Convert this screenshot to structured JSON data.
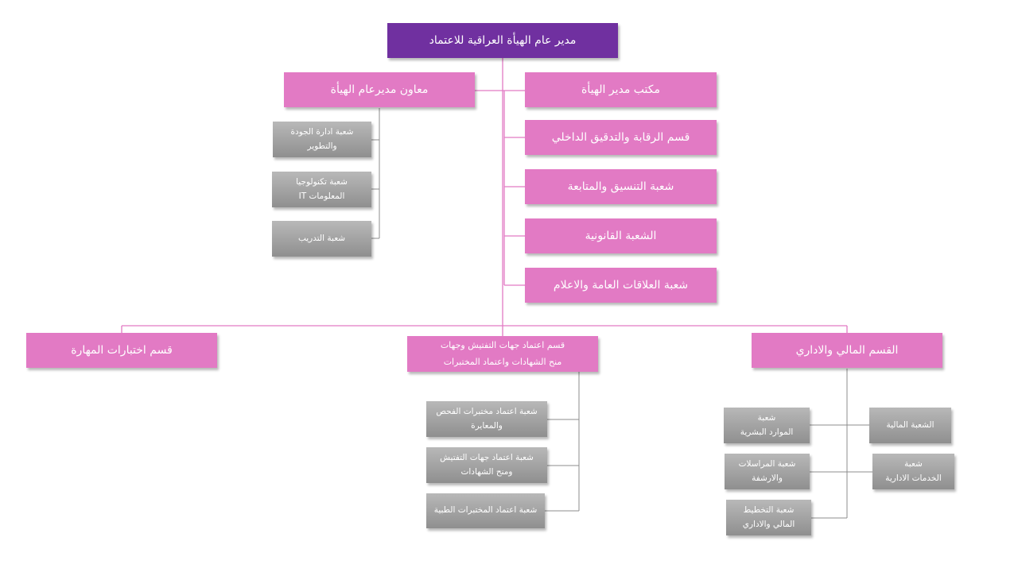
{
  "colors": {
    "director": "#7030a0",
    "department": "#e27ac4",
    "section": "#9e9e9e",
    "connector": "#e27ac4",
    "connector_gray": "#8c8c8c"
  },
  "director": {
    "label": "مدير عام الهيأة العراقية للاعتماد"
  },
  "deputy": {
    "label": "معاون مديرعام الهيأة",
    "sections": [
      {
        "label": "شعبة ادارة الجودة\nوالتطوير"
      },
      {
        "label": "شعبة تكنولوجيا\nالمعلومات IT"
      },
      {
        "label": "شعبة التدريب"
      }
    ]
  },
  "direct_units": [
    {
      "label": "مكتب مدير الهيأة"
    },
    {
      "label": "قسم الرقابة والتدقيق الداخلي"
    },
    {
      "label": "شعبة التنسيق والمتابعة"
    },
    {
      "label": "الشعبة القانونية"
    },
    {
      "label": "شعبة العلاقات العامة والاعلام"
    }
  ],
  "departments": {
    "skills": {
      "label": "قسم اختبارات المهارة"
    },
    "accreditation": {
      "label": "قسم اعتماد جهات التفتيش وجهات\nمنح الشهادات واعتماد المختبرات",
      "sections": [
        {
          "label": "شعبة اعتماد مختبرات الفحص\nوالمعايرة"
        },
        {
          "label": "شعبة اعتماد جهات التفتيش\nومنح الشهادات"
        },
        {
          "label": "شعبة اعتماد المختبرات الطبية"
        }
      ]
    },
    "finance_admin": {
      "label": "القسم المالي والاداري",
      "sections_left": [
        {
          "label": "شعبة\nالموارد البشرية"
        },
        {
          "label": "شعبة المراسلات\nوالارشفة"
        },
        {
          "label": "شعبة التخطيط\nالمالي والاداري"
        }
      ],
      "sections_right": [
        {
          "label": "الشعبة المالية"
        },
        {
          "label": "شعبة\nالخدمات الادارية"
        }
      ]
    }
  }
}
